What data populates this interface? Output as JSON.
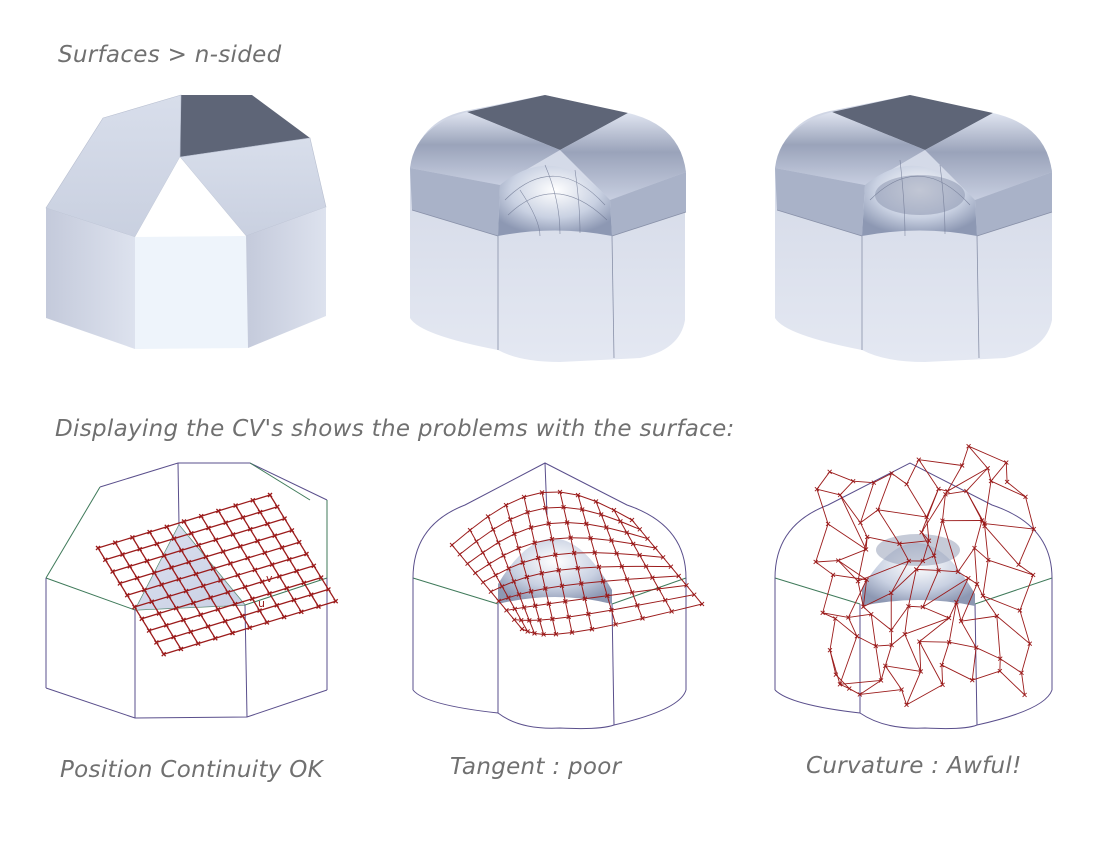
{
  "title": "Surfaces > n-sided",
  "subtitle": "Displaying the CV's shows the problems with the surface:",
  "captions": [
    "Position Continuity OK",
    "Tangent : poor",
    "Curvature : Awful!"
  ],
  "colors": {
    "caption": "#707070",
    "top_face": "#5e6577",
    "side_face": "#c6ccdc",
    "cv_hull": "#9b1b1b",
    "wire_purple": "#5a4f8c",
    "wire_green": "#3f7a5a"
  },
  "cv_labels": [
    "u",
    "v"
  ]
}
